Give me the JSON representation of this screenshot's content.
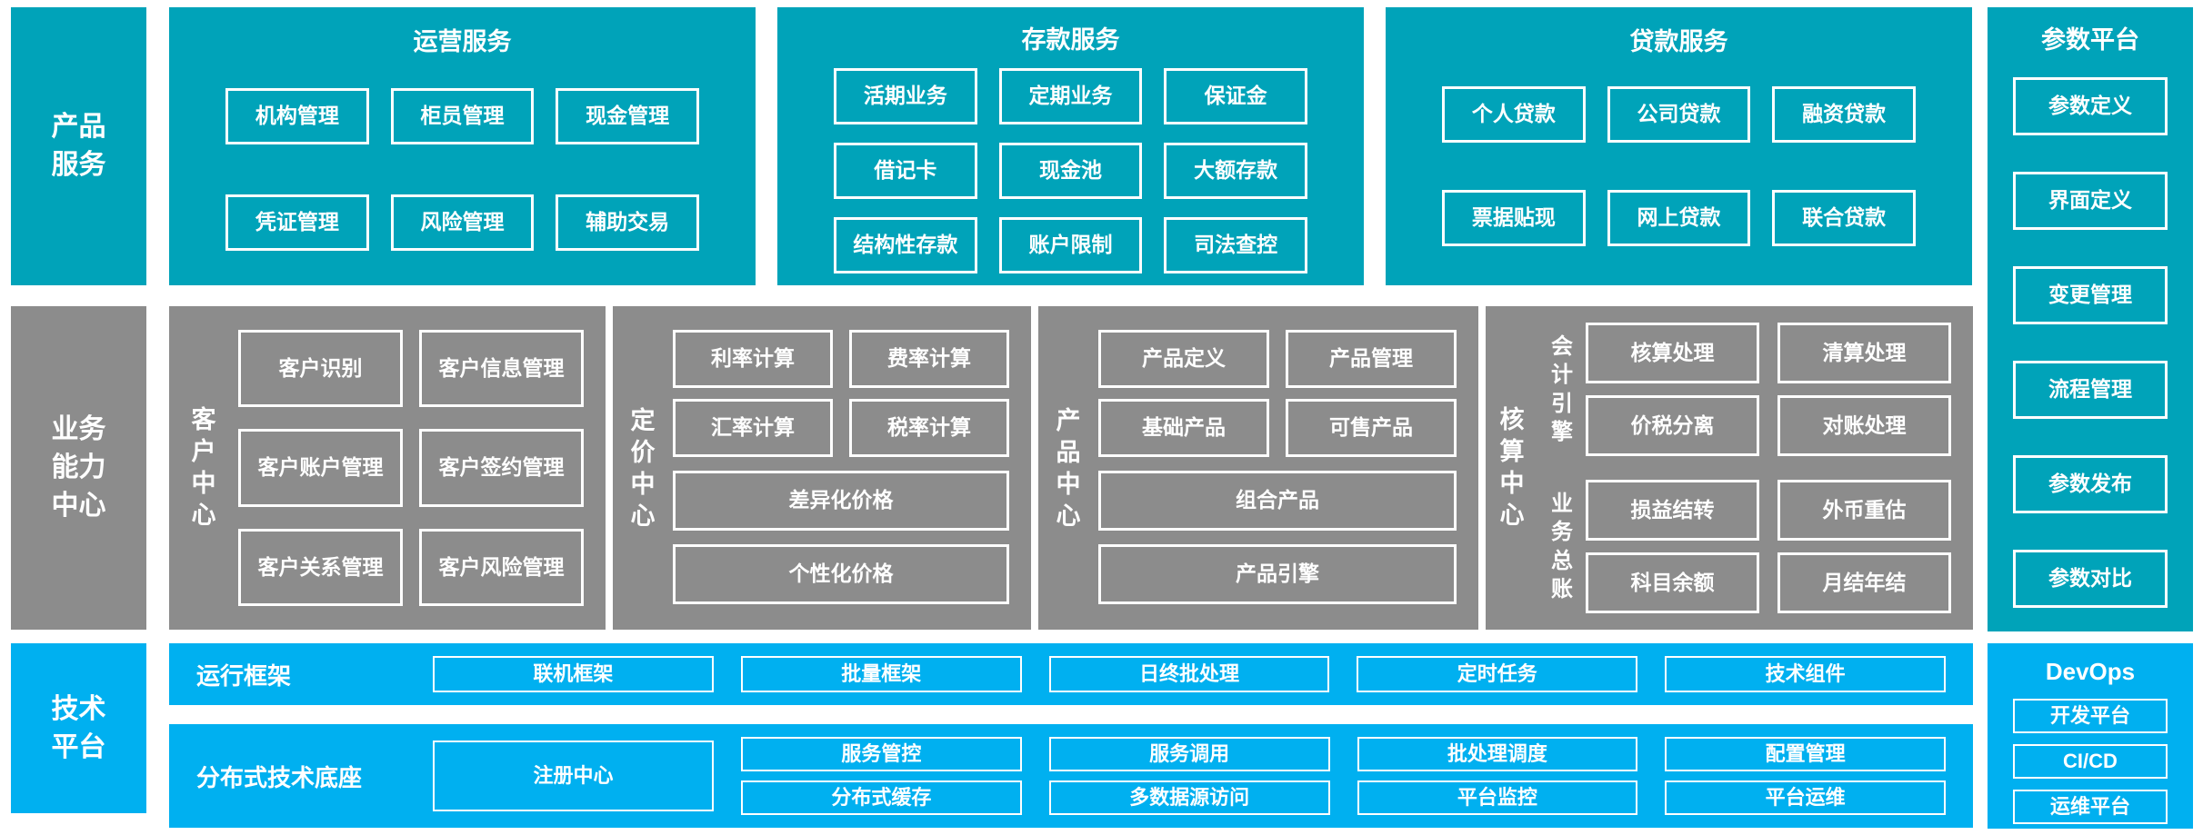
{
  "colors": {
    "teal": "#00a3b9",
    "gray": "#8c8c8c",
    "blue": "#00b0f0",
    "box_border": "#ffffff",
    "text": "#ffffff",
    "background": "#ffffff"
  },
  "rails": {
    "product": "产品服务",
    "capability": "业务能力中心",
    "technology": "技术平台"
  },
  "operations": {
    "title": "运营服务",
    "items": [
      "机构管理",
      "柜员管理",
      "现金管理",
      "凭证管理",
      "风险管理",
      "辅助交易"
    ]
  },
  "deposit": {
    "title": "存款服务",
    "items": [
      "活期业务",
      "定期业务",
      "保证金",
      "借记卡",
      "现金池",
      "大额存款",
      "结构性存款",
      "账户限制",
      "司法查控"
    ]
  },
  "loan": {
    "title": "贷款服务",
    "items": [
      "个人贷款",
      "公司贷款",
      "融资贷款",
      "票据贴现",
      "网上贷款",
      "联合贷款"
    ]
  },
  "parameters": {
    "title": "参数平台",
    "items": [
      "参数定义",
      "界面定义",
      "变更管理",
      "流程管理",
      "参数发布",
      "参数对比"
    ]
  },
  "customer": {
    "label": "客户中心",
    "items": [
      "客户识别",
      "客户信息管理",
      "客户账户管理",
      "客户签约管理",
      "客户关系管理",
      "客户风险管理"
    ]
  },
  "pricing": {
    "label": "定价中心",
    "grid": [
      "利率计算",
      "费率计算",
      "汇率计算",
      "税率计算"
    ],
    "wide": [
      "差异化价格",
      "个性化价格"
    ]
  },
  "product": {
    "label": "产品中心",
    "grid": [
      "产品定义",
      "产品管理",
      "基础产品",
      "可售产品"
    ],
    "wide": [
      "组合产品",
      "产品引擎"
    ]
  },
  "accounting": {
    "label": "核算中心",
    "engine": {
      "label": "会计引擎",
      "items": [
        "核算处理",
        "清算处理",
        "价税分离",
        "对账处理"
      ]
    },
    "ledger": {
      "label": "业务总账",
      "items": [
        "损益结转",
        "外币重估",
        "科目余额",
        "月结年结"
      ]
    }
  },
  "runtime": {
    "label": "运行框架",
    "items": [
      "联机框架",
      "批量框架",
      "日终批处理",
      "定时任务",
      "技术组件"
    ]
  },
  "distributed": {
    "label": "分布式技术底座",
    "registry": "注册中心",
    "row1": [
      "服务管控",
      "服务调用",
      "批处理调度",
      "配置管理"
    ],
    "row2": [
      "分布式缓存",
      "多数据源访问",
      "平台监控",
      "平台运维"
    ]
  },
  "devops": {
    "title": "DevOps",
    "items": [
      "开发平台",
      "CI/CD",
      "运维平台"
    ]
  }
}
